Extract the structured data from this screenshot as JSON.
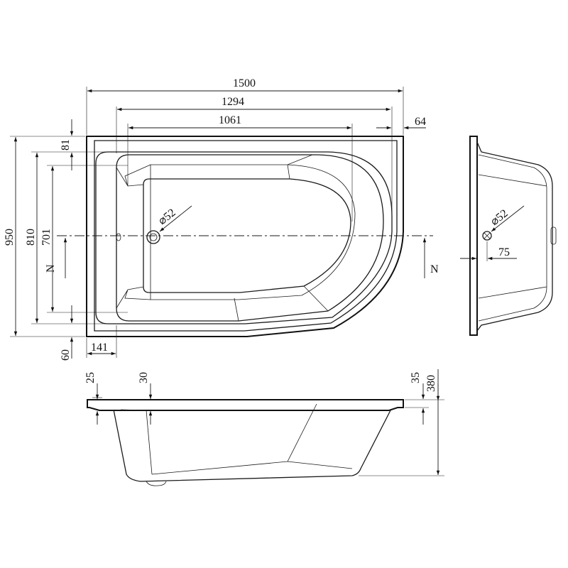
{
  "plan": {
    "width_total": "1500",
    "width_1294": "1294",
    "width_1061": "1061",
    "right_64": "64",
    "top_81": "81",
    "height_950": "950",
    "height_810": "810",
    "height_701": "701",
    "bottom_60": "60",
    "left_141": "141",
    "drain": "52",
    "section_marker": "N"
  },
  "side": {
    "drain": "52",
    "offset_75": "75"
  },
  "elevation": {
    "rim_25": "25",
    "rim_30": "30",
    "rim_35": "35",
    "height_380": "380"
  }
}
